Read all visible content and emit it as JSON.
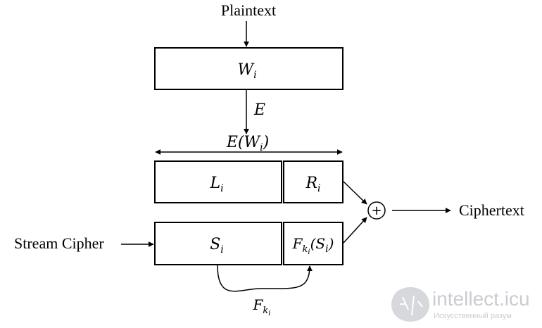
{
  "labels": {
    "plaintext": "Plaintext",
    "ciphertext": "Ciphertext",
    "stream_cipher": "Stream Cipher"
  },
  "math": {
    "w_main": "W",
    "w_sub": "i",
    "e_label": "E",
    "ew_prefix": "E(",
    "ew_w": "W",
    "ew_sub": "i",
    "ew_suffix": ")",
    "l_main": "L",
    "l_sub": "i",
    "r_main": "R",
    "r_sub": "i",
    "s_main": "S",
    "s_sub": "i",
    "f_main": "F",
    "f_sub_k": "k",
    "f_subsub_i": "i",
    "f_arg_open": "(S",
    "f_arg_sub": "i",
    "f_arg_close": ")",
    "fk_main": "F",
    "fk_sub_k": "k",
    "fk_subsub_i": "i",
    "xor_symbol": "+"
  },
  "watermark": {
    "title": "intellect.icu",
    "subtitle": "Искусственный разум",
    "color": "#c9ccd1"
  }
}
